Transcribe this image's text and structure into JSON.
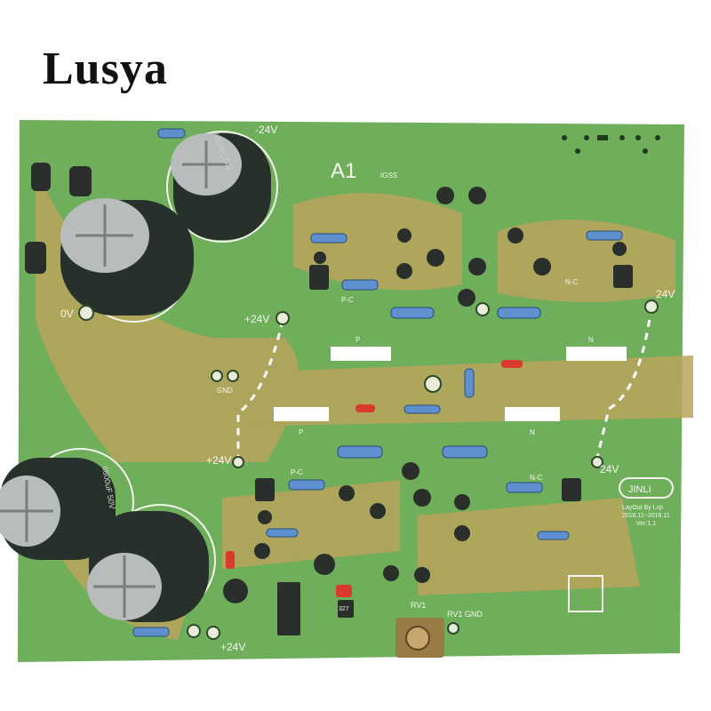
{
  "brand": {
    "name": "Lusya"
  },
  "board": {
    "id": "A1",
    "id_sub": "IGSS",
    "rail_neg": "-24V",
    "rail_pos": "+24V",
    "ground_0v": "0V",
    "gnd": "GND",
    "p": "P",
    "n": "N",
    "pc": "P-C",
    "nc": "N-C",
    "v24_right": "24V",
    "rv1": "RV1",
    "rv1_gnd": "RV1 GND",
    "logo": "JINLI",
    "credit_1": "LayOut By Lxp",
    "credit_2": "2016.11~2018.11",
    "credit_3": "Ver:1.1",
    "cap_brand": "NICHICON",
    "cap_value": "6800uF 50V",
    "ic_marking": "327"
  },
  "colors": {
    "pcb_green": "#6fae5a",
    "pcb_trace": "#b8a45c",
    "silk": "#f4f6ee",
    "capacitor": "#27302a",
    "resistor": "#5e8fcf"
  }
}
